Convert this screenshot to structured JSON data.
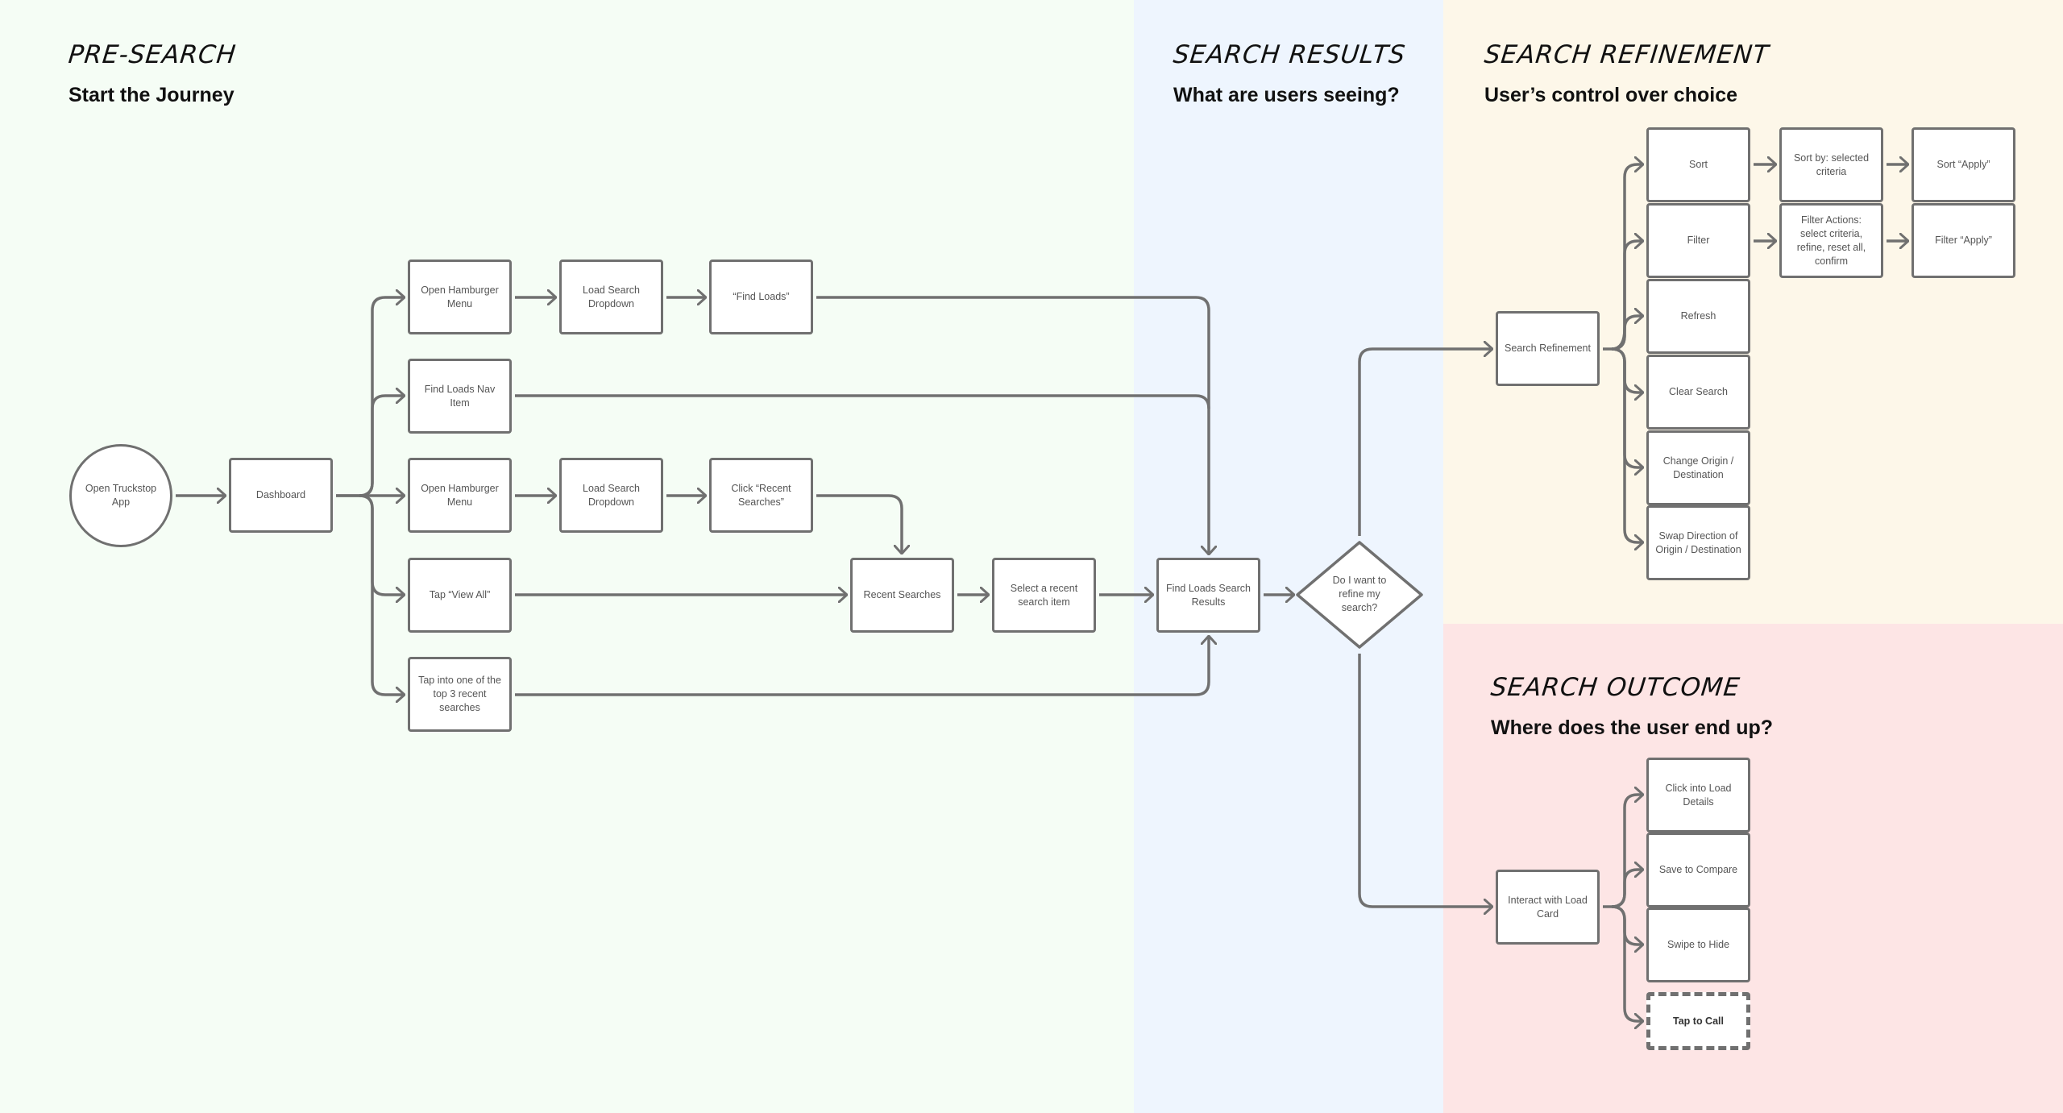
{
  "sections": {
    "pre_search": {
      "title": "PRE-SEARCH",
      "subtitle": "Start the Journey"
    },
    "search_results": {
      "title": "SEARCH RESULTS",
      "subtitle": "What are users seeing?"
    },
    "search_refinement": {
      "title": "SEARCH REFINEMENT",
      "subtitle": "User’s control over choice"
    },
    "search_outcome": {
      "title": "SEARCH OUTCOME",
      "subtitle": "Where does the user end up?"
    }
  },
  "nodes": {
    "open_app": "Open Truckstop App",
    "dashboard": "Dashboard",
    "open_menu_1": "Open Hamburger Menu",
    "load_dropdown_1": "Load Search Dropdown",
    "find_loads": "“Find Loads”",
    "find_loads_nav": "Find Loads Nav Item",
    "open_menu_2": "Open Hamburger Menu",
    "load_dropdown_2": "Load Search Dropdown",
    "click_recent": "Click “Recent Searches”",
    "tap_view_all": "Tap “View All”",
    "tap_top3": "Tap into one of the top 3 recent searches",
    "recent_searches": "Recent Searches",
    "select_recent": "Select a recent search item",
    "find_loads_results": "Find Loads Search Results",
    "decision": "Do I want to refine my search?",
    "search_refinement": "Search Refinement",
    "sort": "Sort",
    "sort_by": "Sort by: selected criteria",
    "sort_apply": "Sort “Apply”",
    "filter": "Filter",
    "filter_actions": "Filter Actions: select criteria, refine, reset all, confirm",
    "filter_apply": "Filter “Apply”",
    "refresh": "Refresh",
    "clear_search": "Clear Search",
    "change_origin": "Change Origin / Destination",
    "swap_direction": "Swap Direction of Origin / Destination",
    "interact_card": "Interact with Load Card",
    "load_details": "Click into Load Details",
    "save_compare": "Save to Compare",
    "swipe_hide": "Swipe to Hide",
    "tap_call": "Tap to Call"
  },
  "colors": {
    "pre_search_bg": "#f5fdf5",
    "search_results_bg": "#eef5fe",
    "refinement_bg": "#fdf7e9",
    "outcome_bg": "#fde5e5",
    "stroke": "#707070"
  }
}
